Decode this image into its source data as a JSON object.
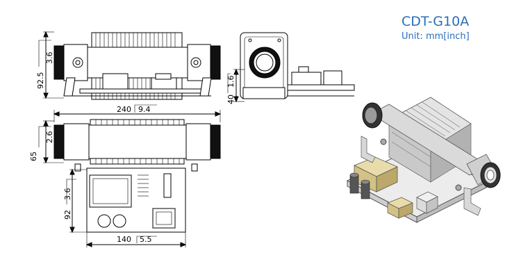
{
  "header": {
    "model": "CDT-G10A",
    "unit": "Unit: mm[inch]"
  },
  "dimensions": {
    "front_height_mm": "92.5",
    "front_flange_inch": "3.6",
    "side_height_mm": "40",
    "side_height_inch": "1.6",
    "length_mm": "240",
    "length_inch": "9.4",
    "top_height_mm": "65",
    "top_height_inch": "2.6",
    "board_height_mm": "92",
    "board_height_inch": "3.6",
    "board_width_mm": "140",
    "board_width_inch": "5.5"
  }
}
